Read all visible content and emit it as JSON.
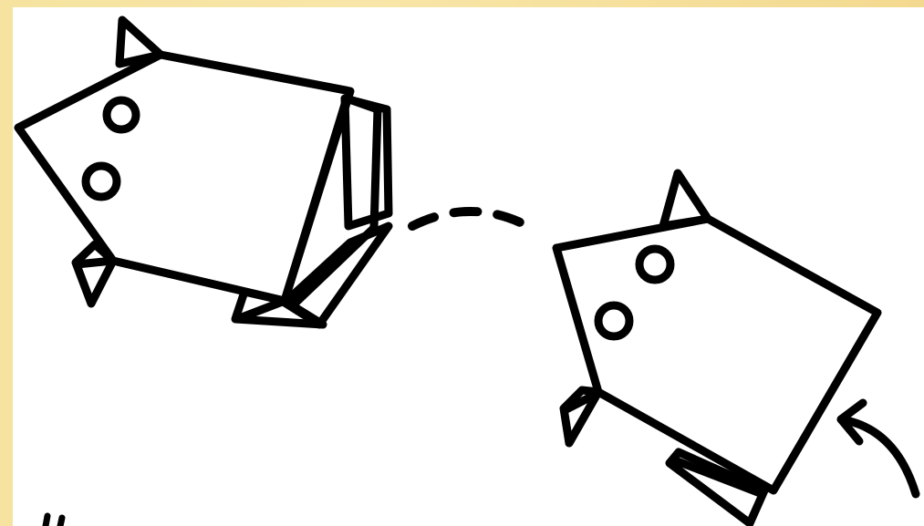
{
  "diagram": {
    "type": "origami-step-illustration",
    "figures": [
      {
        "name": "folded-paper-pig-before",
        "ears": 1,
        "eyes": 2,
        "legs": 3
      },
      {
        "name": "folded-paper-pig-after",
        "ears": 1,
        "eyes": 2,
        "legs": 2
      }
    ],
    "connector": "dashed-arc",
    "indicator": "curved-arrow",
    "colors": {
      "frame": "#f6e3a0",
      "background": "#ffffff",
      "ink": "#000000"
    }
  }
}
